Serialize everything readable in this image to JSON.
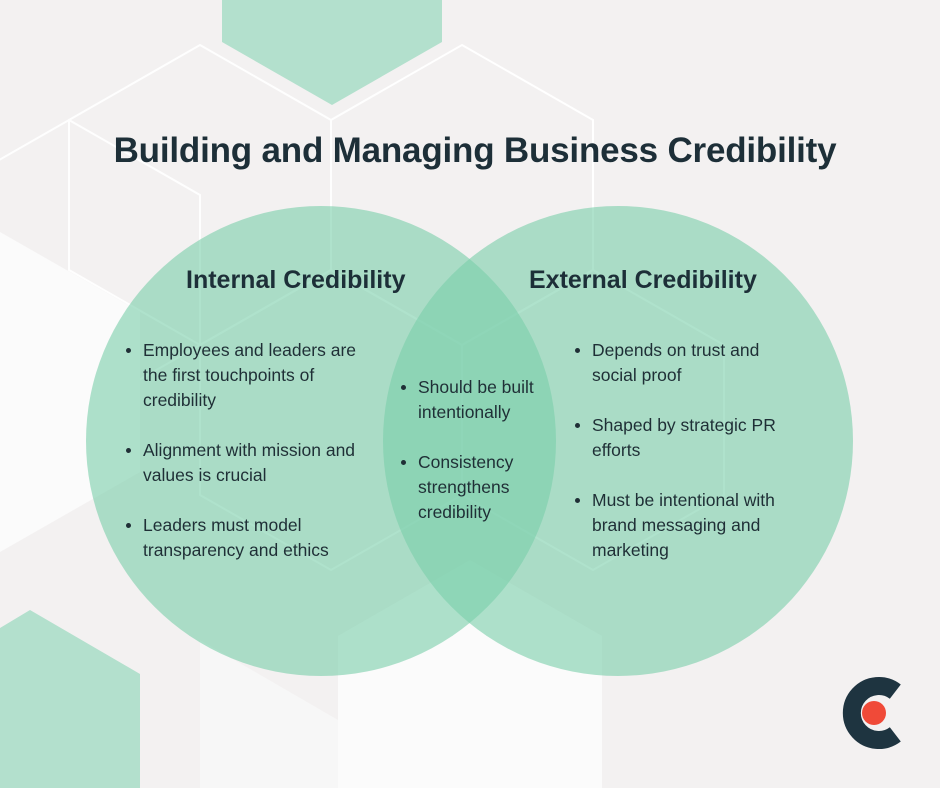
{
  "title": "Building and Managing Business Credibility",
  "colors": {
    "background": "#f3f1f1",
    "accent_green": "#79cfaa",
    "hexagon_green": "#b3e0cd",
    "text_dark": "#1d2f38",
    "logo_dark": "#1e3440",
    "logo_red": "#f04a38"
  },
  "diagram": {
    "type": "venn",
    "left_circle": {
      "heading": "Internal Credibility",
      "items": [
        "Employees and leaders are the first touchpoints of credibility",
        "Alignment with mission and values is crucial",
        "Leaders must model transparency and ethics"
      ]
    },
    "intersection": {
      "items": [
        "Should be built intentionally",
        "Consistency strengthens credibility"
      ]
    },
    "right_circle": {
      "heading": "External Credibility",
      "items": [
        "Depends on trust and social proof",
        "Shaped by strategic PR efforts",
        "Must be intentional with brand messaging and marketing"
      ]
    }
  },
  "logo": {
    "icon": "brand-logo-c-icon"
  }
}
